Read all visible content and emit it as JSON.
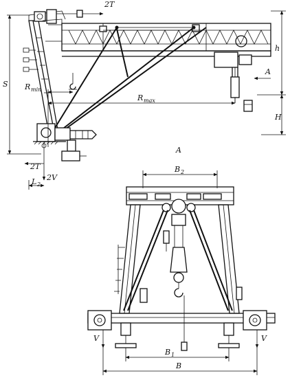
{
  "labels": {
    "force_2t_top": "2T",
    "force_2t_bottom": "2T",
    "force_2v": "2V",
    "v_left": "V",
    "v_right": "V",
    "dim_s": "S",
    "dim_h_small": "h",
    "dim_h_big": "H",
    "r_min": "R",
    "r_min_sub": "min",
    "r_max": "R",
    "r_max_sub": "max",
    "view_arrow": "A",
    "view_title": "A",
    "dim_b2": "B",
    "dim_b2_sub": "2",
    "dim_b1": "B",
    "dim_b1_sub": "1",
    "dim_b": "B",
    "dim_l2": "L",
    "dim_l2_sub": "2"
  }
}
